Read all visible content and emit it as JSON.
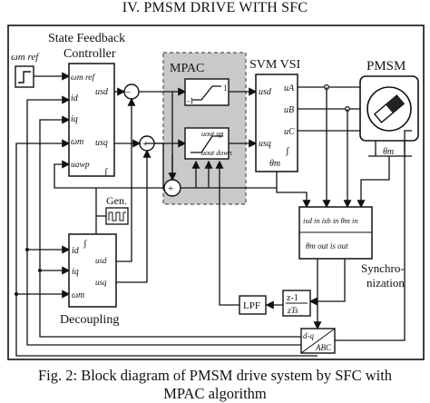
{
  "section_heading": "IV.   PMSM DRIVE WITH SFC",
  "caption": {
    "line1": "Fig. 2: Block diagram of PMSM drive system by SFC with",
    "line2": "MPAC algorithm"
  },
  "blocks": {
    "sfc": {
      "title_line1": "State Feedback",
      "title_line2": "Controller",
      "in_wmref": "ωm ref",
      "in_id": "id",
      "in_iq": "iq",
      "in_wm": "ωm",
      "in_uawp": "uawp",
      "out_usd": "usd",
      "out_usq": "usq"
    },
    "decoupling": {
      "title": "Decoupling",
      "in_id": "id",
      "in_iq": "iq",
      "in_wm": "ωm",
      "out_usd": "usd",
      "out_usq": "usq"
    },
    "mpac": {
      "title": "MPAC",
      "lim_low": "-1",
      "lim_high": "1",
      "lim_up": "uout up",
      "lim_down": "uout down"
    },
    "svm": {
      "title": "SVM VSI",
      "in_usd": "usd",
      "in_usq": "usq",
      "out_ua": "uA",
      "out_ub": "uB",
      "out_uc": "uC",
      "out_theta": "θm"
    },
    "pmsm": {
      "title": "PMSM",
      "theta": "θm"
    },
    "sync_block": {
      "row1": "isd in  isb in  θm in",
      "row2": "θm out  is out",
      "label_line1": "Synchro-",
      "label_line2": "nization"
    },
    "gen": {
      "label": "Gen."
    },
    "lpf": {
      "label": "LPF"
    },
    "zblock": {
      "num": "z-1",
      "den": "zTs"
    },
    "dq": {
      "top": "d-q",
      "bottom": "ABC"
    },
    "ref_input": {
      "label": "ωm ref"
    },
    "sum_minus": "−",
    "sum_plus": "+"
  },
  "colors": {
    "mpac_fill": "#c9c9c9",
    "line": "#111111"
  }
}
